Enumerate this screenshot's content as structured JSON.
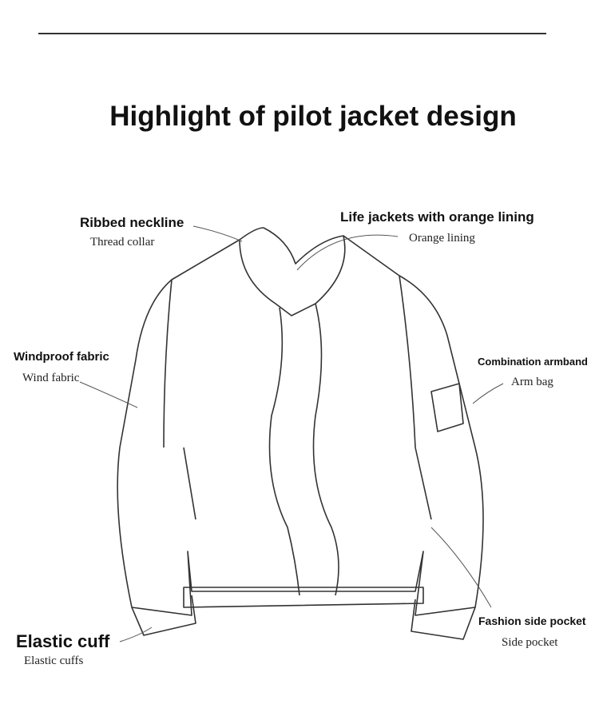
{
  "title": "Highlight of pilot jacket design",
  "callouts": [
    {
      "heading": "Ribbed neckline",
      "sub": "Thread collar"
    },
    {
      "heading": "Life jackets with orange lining",
      "sub": "Orange lining"
    },
    {
      "heading": "Windproof fabric",
      "sub": "Wind fabric"
    },
    {
      "heading": "Combination armband",
      "sub": "Arm bag"
    },
    {
      "heading": "Elastic cuff",
      "sub": "Elastic cuffs"
    },
    {
      "heading": "Fashion side pocket",
      "sub": "Side pocket"
    }
  ]
}
